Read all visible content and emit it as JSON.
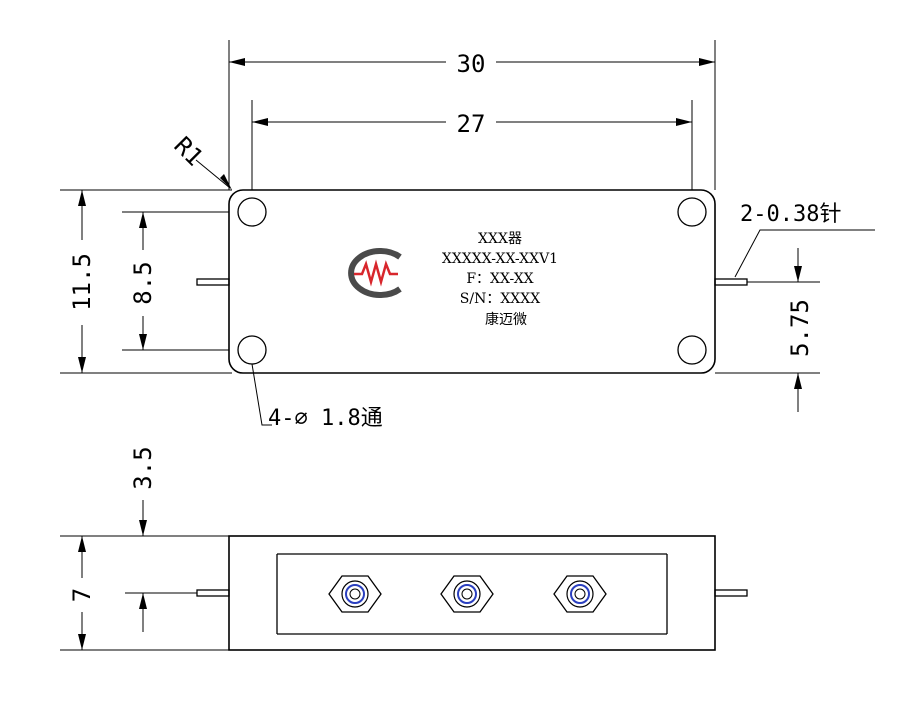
{
  "dimensions": {
    "overall_length": "30",
    "hole_spacing_x": "27",
    "overall_height": "11.5",
    "hole_spacing_y": "8.5",
    "pin_height": "5.75",
    "thickness": "7",
    "pin_offset": "3.5",
    "corner_radius": "R1"
  },
  "callouts": {
    "pins": "2-0.38针",
    "holes": "4-⌀ 1.8通"
  },
  "label": {
    "line1": "XXX器",
    "line2": "XXXXX-XX-XXV1",
    "line3": "F：XX-XX",
    "line4": "S/N：XXXX",
    "line5": "康迈微"
  },
  "colors": {
    "logo_gray": "#4a4a4a",
    "logo_red": "#d8262c",
    "connector_blue": "#2a3fbf"
  },
  "icons": [
    "company-logo-icon",
    "sma-connector-icon"
  ]
}
